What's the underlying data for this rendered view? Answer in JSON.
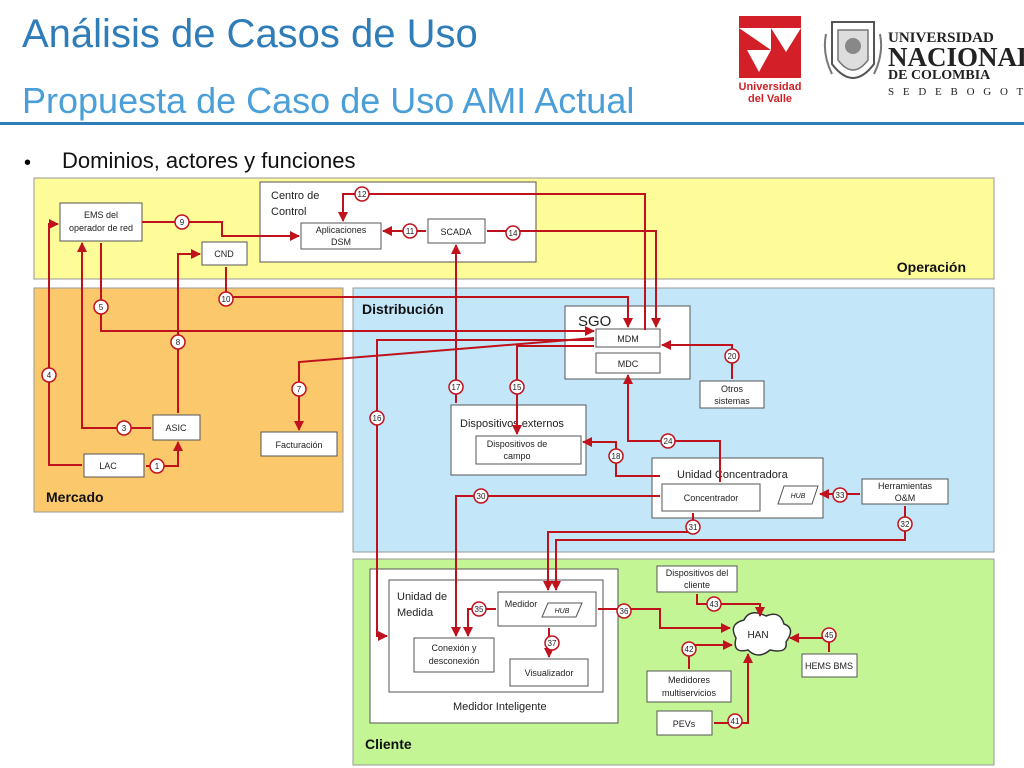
{
  "slide": {
    "title": "Análisis de Casos de Uso",
    "subtitle": "Propuesta de Caso de Uso AMI Actual",
    "bullet": "Dominios, actores y funciones"
  },
  "logos": {
    "univalle_line1": "Universidad",
    "univalle_line2": "del Valle",
    "unal_line1": "UNIVERSIDAD",
    "unal_line2": "NACIONAL",
    "unal_line3": "DE COLOMBIA",
    "unal_line4": "S E D E   B O G O T Á"
  },
  "colors": {
    "title": "#2e7cb8",
    "operacion_bg": "#fefc99",
    "mercado_bg": "#fbc96b",
    "distribucion_bg": "#c3e6f9",
    "cliente_bg": "#c3f595",
    "line": "#c0121c"
  },
  "diagram": {
    "domains": {
      "operacion": "Operación",
      "distribucion": "Distribución",
      "mercado": "Mercado",
      "cliente": "Cliente"
    },
    "groups": {
      "centro_control": "Centro de Control",
      "sgo": "SGO",
      "dispositivos_externos": "Dispositivos externos",
      "unidad_concentradora": "Unidad  Concentradora",
      "unidad_medida": "Unidad de Medida",
      "medidor_inteligente": "Medidor Inteligente"
    },
    "nodes": {
      "ems_1": "EMS del",
      "ems_2": "operador de red",
      "aplicaciones_1": "Aplicaciones",
      "aplicaciones_2": "DSM",
      "scada": "SCADA",
      "cnd": "CND",
      "mdm": "MDM",
      "mdc": "MDC",
      "otros_1": "Otros",
      "otros_2": "sistemas",
      "dispositivos_campo_1": "Dispositivos de",
      "dispositivos_campo_2": "campo",
      "asic": "ASIC",
      "lac": "LAC",
      "facturacion": "Facturación",
      "concentrador": "Concentrador",
      "hub": "HUB",
      "herramientas_1": "Herramientas",
      "herramientas_2": "O&M",
      "medidor": "Medidor",
      "medidor_hub": "HUB",
      "conexion_1": "Conexión y",
      "conexion_2": "desconexión",
      "visualizador": "Visualizador",
      "disp_cliente_1": "Dispositivos del",
      "disp_cliente_2": "cliente",
      "han": "HAN",
      "hems": "HEMS BMS",
      "medidores_multi_1": "Medidores",
      "medidores_multi_2": "multiservicios",
      "pevs": "PEVs"
    },
    "flows": {
      "f1": "1",
      "f3": "3",
      "f4": "4",
      "f5": "5",
      "f7": "7",
      "f8": "8",
      "f9": "9",
      "f10": "10",
      "f11": "11",
      "f12": "12",
      "f14": "14",
      "f15": "15",
      "f16": "16",
      "f17": "17",
      "f18": "18",
      "f20": "20",
      "f24": "24",
      "f30": "30",
      "f31": "31",
      "f32": "32",
      "f33": "33",
      "f35": "35",
      "f37": "37",
      "f41": "41",
      "f42": "42",
      "f43": "43",
      "f45": "45"
    }
  }
}
